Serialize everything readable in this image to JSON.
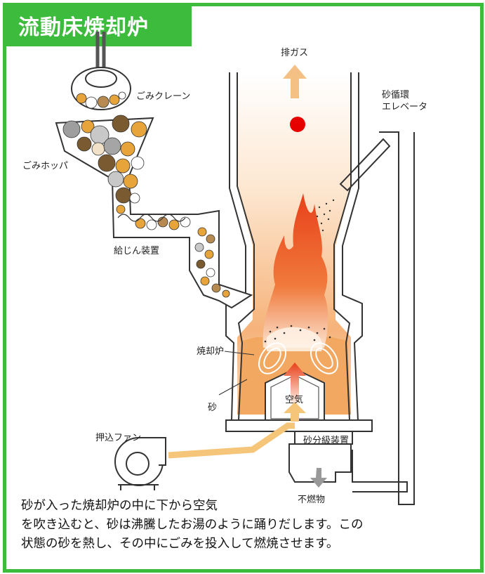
{
  "title": "流動床焼却炉",
  "labels": {
    "exhaust": "排ガス",
    "crane": "ごみクレーン",
    "sand_elevator_line1": "砂循環",
    "sand_elevator_line2": "エレベータ",
    "hopper": "ごみホッパ",
    "feeder": "給じん装置",
    "incinerator": "焼却炉",
    "sand": "砂",
    "air": "空気",
    "push_fan": "押込ファン",
    "sand_classifier": "砂分級装置",
    "non_combustible": "不燃物"
  },
  "description": {
    "line1": "砂が入った焼却炉の中に下から空気",
    "line2": "を吹き込むと、砂は沸騰したお湯のように踊りだします。この",
    "line3": "状態の砂を熱し、その中にごみを投入して燃焼させます。"
  },
  "colors": {
    "frame": "#3dbb3d",
    "sand": "#f2a860",
    "flame": "#ee5522",
    "air_arrow": "#f5c57a",
    "marker": "#e60000"
  }
}
